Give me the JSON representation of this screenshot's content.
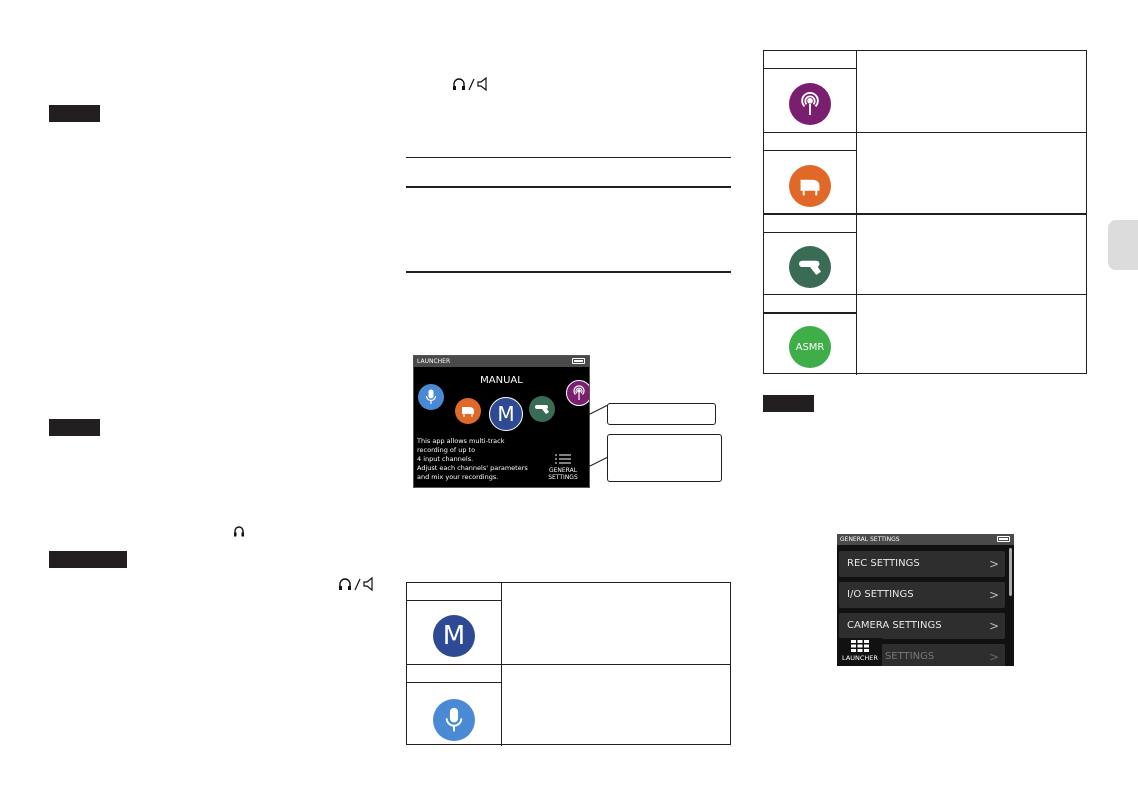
{
  "icons": {
    "headphone_speaker_top": "headphone-speaker-icon",
    "headphone_mid": "headphone-icon",
    "headphone_speaker_left": "headphone-speaker-icon"
  },
  "launcher_screen": {
    "header": "LAUNCHER",
    "selected_app": "MANUAL",
    "manual_letter": "M",
    "description": [
      "This app allows multi-track",
      "recording of up to",
      "4 input channels.",
      "Adjust each channels' parameters",
      "and mix your recordings."
    ],
    "general_settings_label": [
      "GENERAL",
      "SETTINGS"
    ]
  },
  "app_icons": {
    "manual_letter": "M",
    "asmr_label": "ASMR"
  },
  "general_settings_screen": {
    "header": "GENERAL SETTINGS",
    "items": [
      "REC SETTINGS",
      "I/O SETTINGS",
      "CAMERA SETTINGS",
      "OTHER SETTINGS"
    ],
    "chevron": ">",
    "launcher_button": "LAUNCHER"
  },
  "colors": {
    "manual": "#2e4a94",
    "voice": "#4a8ad4",
    "podcast": "#7a1f6f",
    "music": "#e0692a",
    "field": "#3a6b54",
    "asmr": "#3fae49",
    "page_tab": "#dcdcdc"
  }
}
